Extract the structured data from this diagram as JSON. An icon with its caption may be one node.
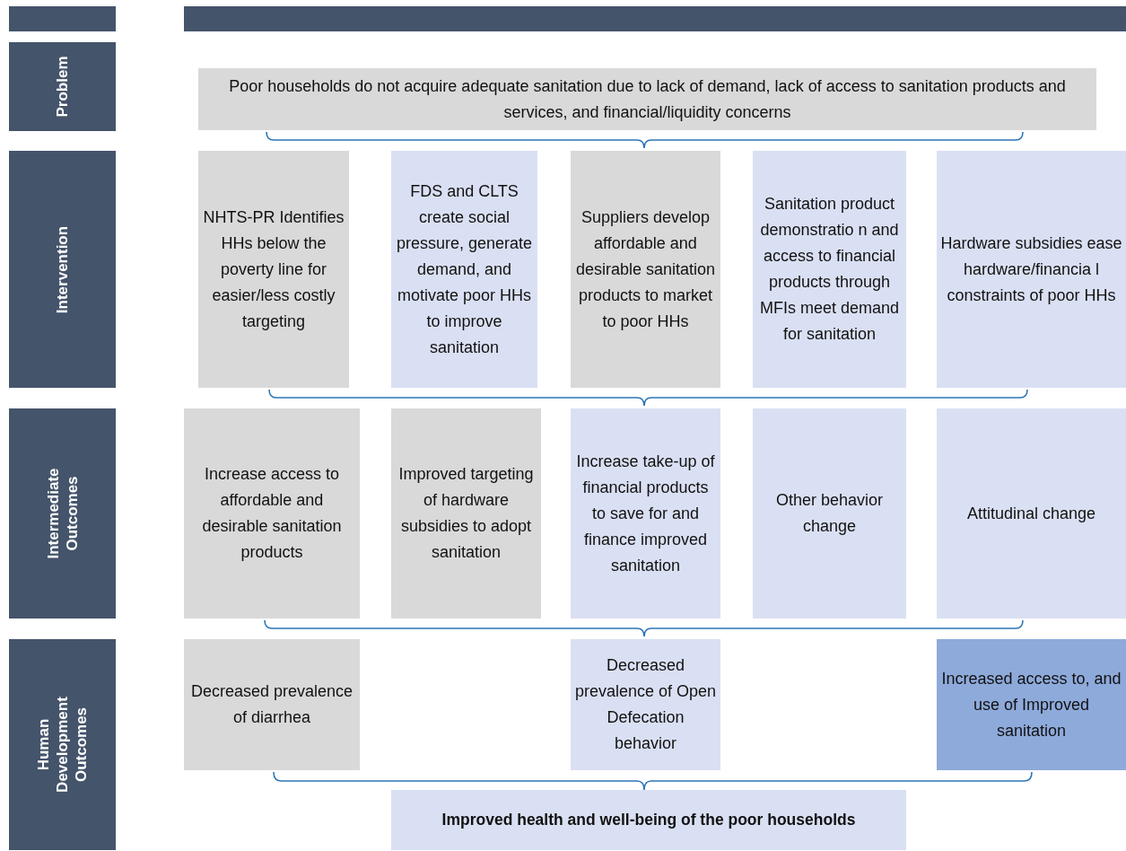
{
  "diagram": {
    "nodes": [
      {
        "text": [],
        "shape": "bar"
      },
      {
        "text": [],
        "shape": "bar"
      },
      {
        "text": [
          "Problem"
        ]
      },
      {
        "text": [
          "Poor households do not acquire adequate sanitation due to lack of demand, lack of access to sanitation products and services, and financial/liquidity concerns"
        ]
      },
      {
        "text": [
          "Intervention"
        ]
      },
      {
        "text": [
          "NHTS-PR Identifies HHs below the poverty line for easier/less costly targeting"
        ]
      },
      {
        "text": [
          "FDS and CLTS create social pressure, generate demand, and motivate poor HHs to improve sanitation"
        ]
      },
      {
        "text": [
          "Suppliers develop affordable and desirable sanitation products to market to poor HHs"
        ]
      },
      {
        "text": [
          "Sanitation product demonstratio n and access to financial products through MFIs meet demand for sanitation"
        ]
      },
      {
        "text": [
          "Hardware subsidies ease hardware/financia l constraints of poor HHs"
        ]
      },
      {
        "text": [
          "Intermediate Outcomes"
        ]
      },
      {
        "text": [
          "Increase access to affordable and desirable sanitation products"
        ]
      },
      {
        "text": [
          "Improved targeting of hardware subsidies to adopt sanitation"
        ]
      },
      {
        "text": [
          "Increase take-up of financial products to save for and finance improved sanitation"
        ]
      },
      {
        "text": [
          "Other behavior change"
        ]
      },
      {
        "text": [
          "Attitudinal change"
        ]
      },
      {
        "text": [
          "Human Development Outcomes"
        ]
      },
      {
        "text": [
          "Decreased prevalence of diarrhea"
        ]
      },
      {
        "text": [
          "Decreased prevalence of Open Defecation behavior"
        ]
      },
      {
        "text": [
          "Increased access to, and use of Improved sanitation"
        ]
      },
      {
        "text": [
          "Improved health and well-being of the poor households"
        ]
      }
    ],
    "edges": []
  }
}
